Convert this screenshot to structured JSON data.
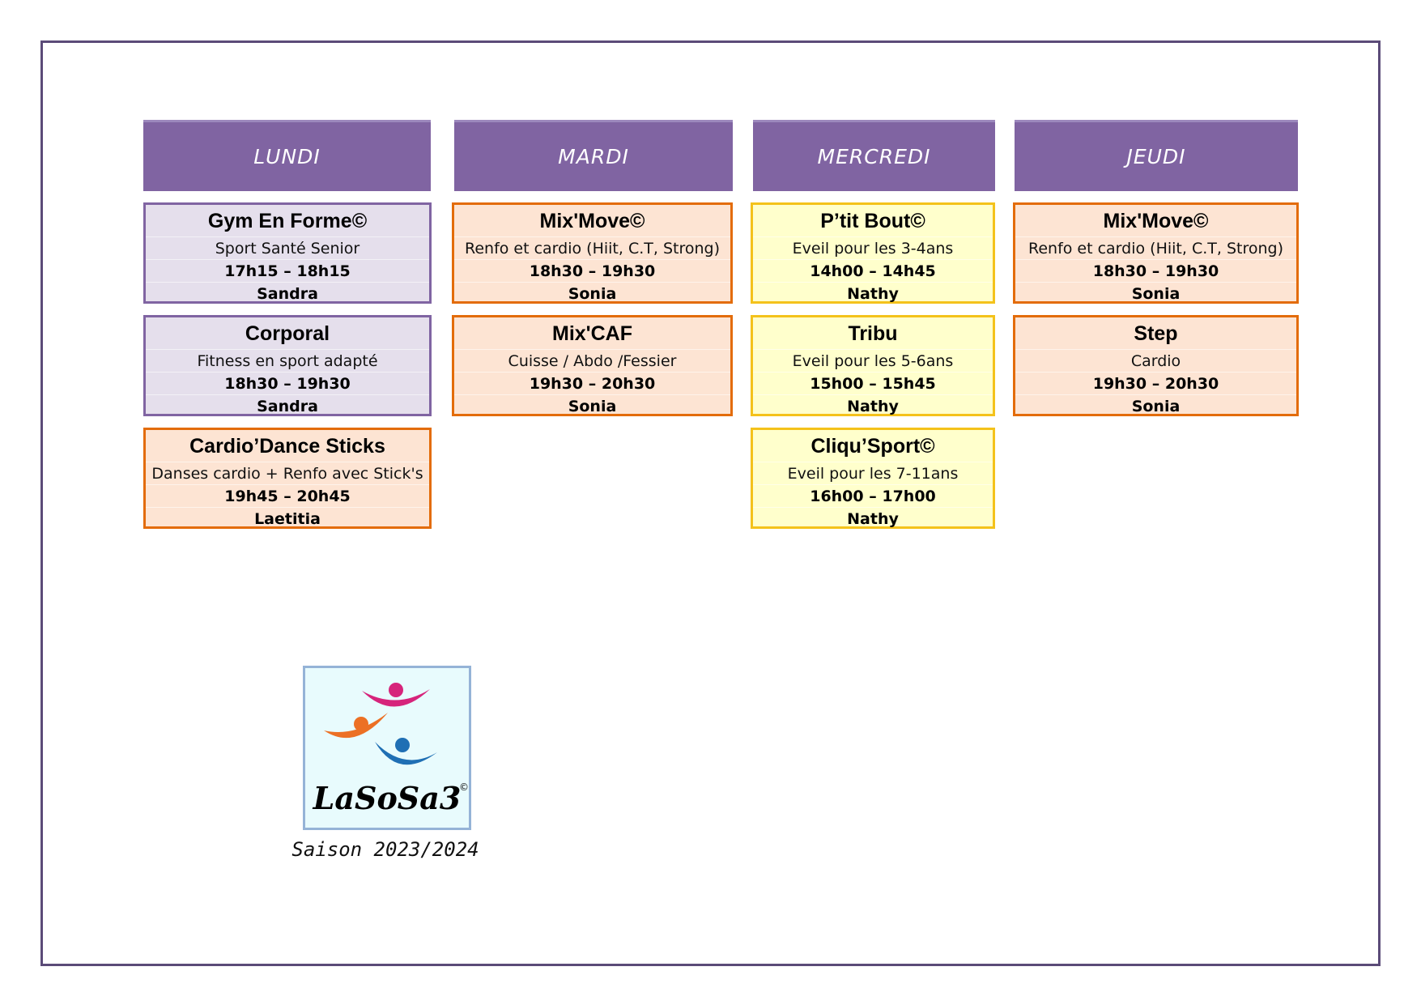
{
  "days": [
    {
      "label": "LUNDI",
      "classes": [
        {
          "title": "Gym En Forme©",
          "desc": "Sport Santé Senior",
          "time": "17h15 – 18h15",
          "coach": "Sandra"
        },
        {
          "title": "Corporal",
          "desc": "Fitness en sport adapté",
          "time": "18h30 – 19h30",
          "coach": "Sandra"
        },
        {
          "title": "Cardio’Dance Sticks",
          "desc": "Danses cardio + Renfo avec Stick's",
          "time": "19h45 – 20h45",
          "coach": "Laetitia"
        }
      ]
    },
    {
      "label": "MARDI",
      "classes": [
        {
          "title": "Mix'Move©",
          "desc": "Renfo et cardio (Hiit, C.T, Strong)",
          "time": "18h30 – 19h30",
          "coach": "Sonia"
        },
        {
          "title": "Mix'CAF",
          "desc": "Cuisse / Abdo /Fessier",
          "time": "19h30 – 20h30",
          "coach": "Sonia"
        }
      ]
    },
    {
      "label": "MERCREDI",
      "classes": [
        {
          "title": "P’tit Bout©",
          "desc": "Eveil pour les 3-4ans",
          "time": "14h00 – 14h45",
          "coach": "Nathy"
        },
        {
          "title": "Tribu",
          "desc": "Eveil pour les 5-6ans",
          "time": "15h00 – 15h45",
          "coach": "Nathy"
        },
        {
          "title": "Cliqu’Sport©",
          "desc": "Eveil pour les 7-11ans",
          "time": "16h00 – 17h00",
          "coach": "Nathy"
        }
      ]
    },
    {
      "label": "JEUDI",
      "classes": [
        {
          "title": "Mix'Move©",
          "desc": "Renfo et cardio (Hiit, C.T, Strong)",
          "time": "18h30 – 19h30",
          "coach": "Sonia"
        },
        {
          "title": "Step",
          "desc": "Cardio",
          "time": "19h30 – 20h30",
          "coach": "Sonia"
        }
      ]
    }
  ],
  "colors": {
    "header_bg": "#8064a2",
    "purple_card": "#e5dfec",
    "orange_card": "#fde4d3",
    "yellow_card": "#ffffcc"
  },
  "logo": {
    "text": "LaSoSa3",
    "copyright": "©"
  },
  "season": "Saison 2023/2024"
}
